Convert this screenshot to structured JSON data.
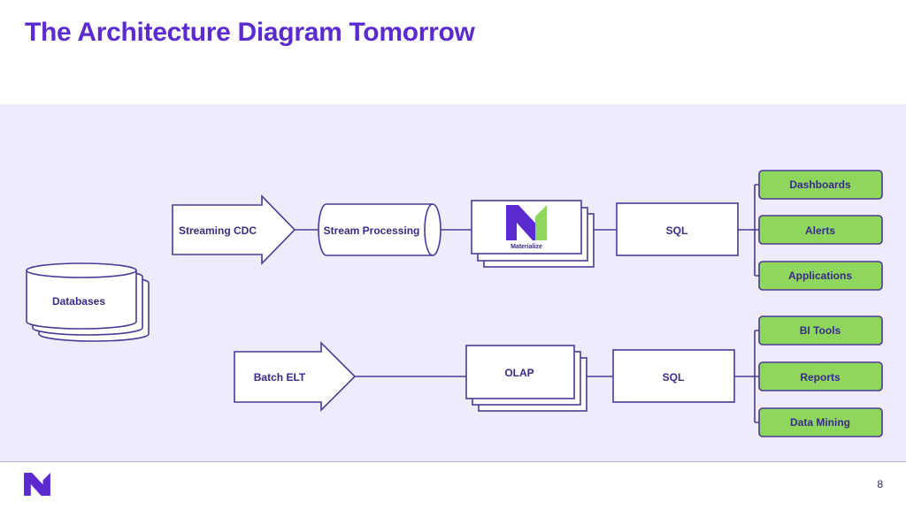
{
  "slide": {
    "title": "The Architecture Diagram Tomorrow",
    "page_number": "8"
  },
  "colors": {
    "title": "#5b2bd1",
    "band": "#efeafc",
    "stroke": "#4a3a96",
    "output_fill": "#8ed65c",
    "brand_purple": "#5b2bd1",
    "brand_green": "#8ed65c"
  },
  "diagram": {
    "source": {
      "label": "Databases"
    },
    "streaming_path": {
      "ingest": "Streaming CDC",
      "processing": "Stream Processing",
      "engine": {
        "label": "Materialize",
        "icon": "materialize-logo"
      },
      "query": "SQL",
      "outputs": [
        "Dashboards",
        "Alerts",
        "Applications"
      ]
    },
    "batch_path": {
      "ingest": "Batch ELT",
      "engine": {
        "label": "OLAP"
      },
      "query": "SQL",
      "outputs": [
        "BI Tools",
        "Reports",
        "Data Mining"
      ]
    }
  }
}
